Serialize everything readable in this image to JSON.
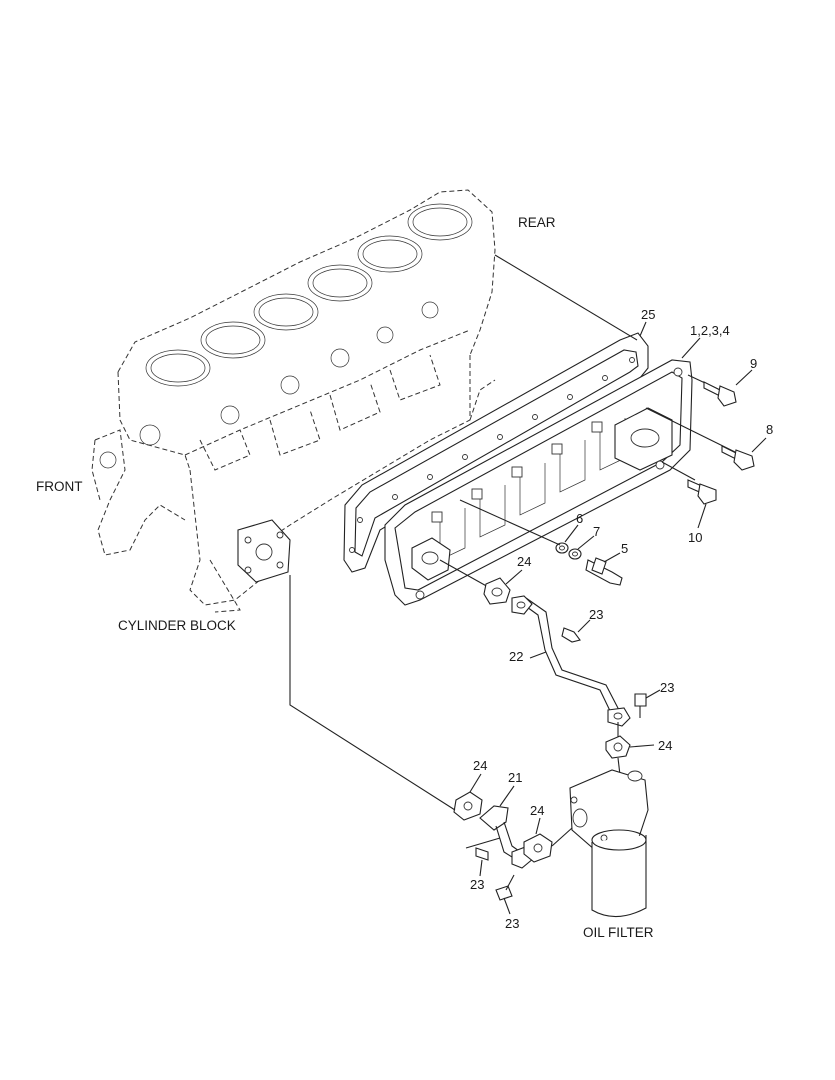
{
  "labels": {
    "rear": "REAR",
    "front": "FRONT",
    "cylinder_block": "CYLINDER BLOCK",
    "oil_filter": "OIL FILTER",
    "c25": "25",
    "c1234": "1,2,3,4",
    "c9": "9",
    "c8": "8",
    "c10": "10",
    "c6": "6",
    "c7": "7",
    "c5": "5",
    "c24a": "24",
    "c23a": "23",
    "c22": "22",
    "c23b": "23",
    "c24b": "24",
    "c24c": "24",
    "c21": "21",
    "c24d": "24",
    "c23c": "23",
    "c23d": "23"
  }
}
